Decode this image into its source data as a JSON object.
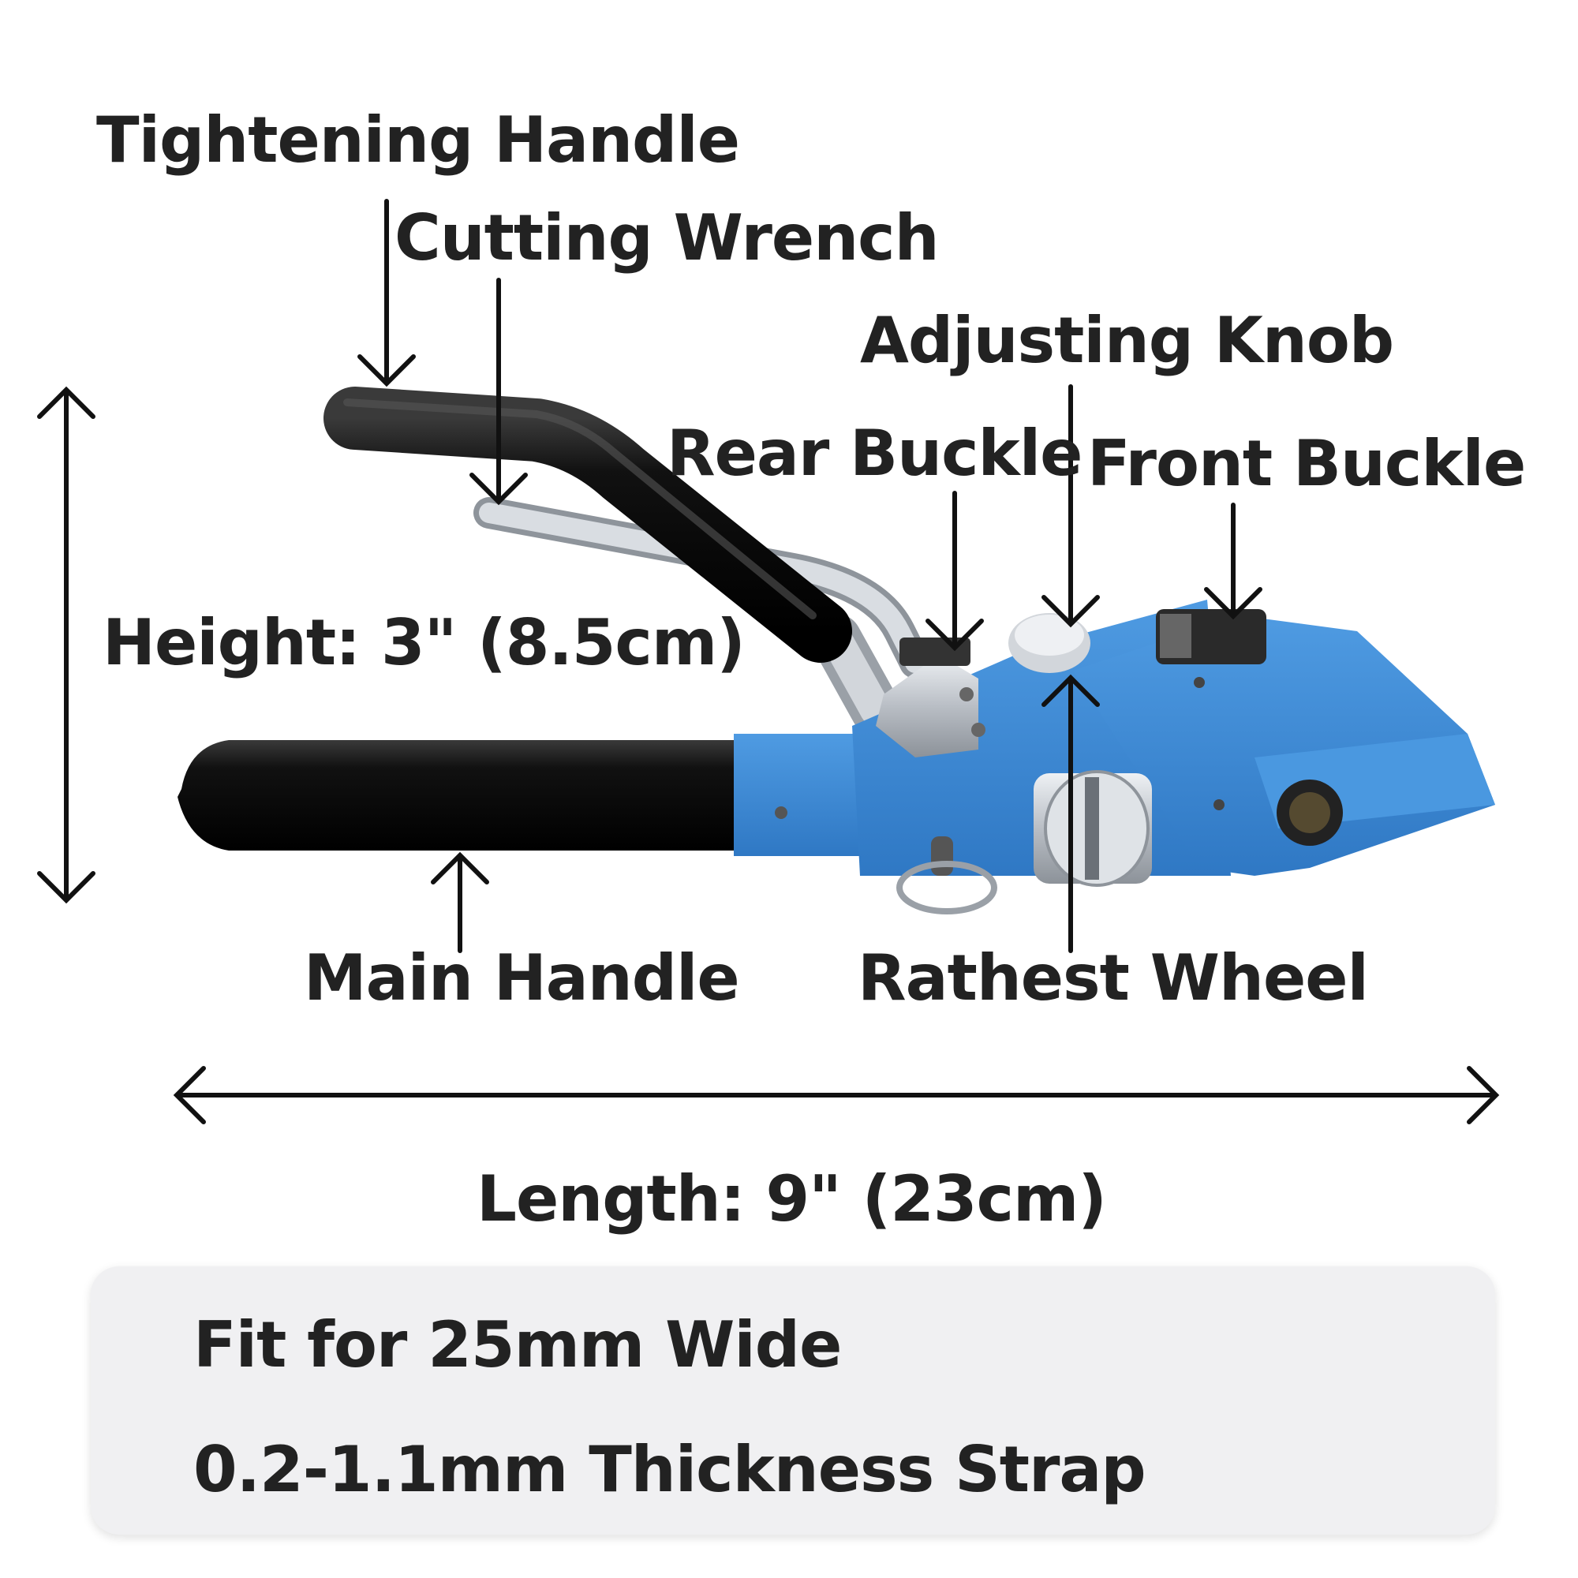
{
  "labels": {
    "tightening_handle": "Tightening Handle",
    "cutting_wrench": "Cutting Wrench",
    "adjusting_knob": "Adjusting Knob",
    "rear_buckle": "Rear Buckle",
    "front_buckle": "Front Buckle",
    "main_handle": "Main Handle",
    "rathest_wheel": "Rathest Wheel"
  },
  "dimensions": {
    "height": "Height: 3\" (8.5cm)",
    "length": "Length: 9\" (23cm)"
  },
  "spec_box": {
    "line1": "Fit for 25mm Wide",
    "line2": "0.2-1.1mm Thickness Strap"
  },
  "colors": {
    "tool_body": "#3d8bd6",
    "handle_grip": "#111111",
    "steel": "#c4c9cf",
    "text": "#222222",
    "spec_box_bg": "#f0f0f2"
  }
}
